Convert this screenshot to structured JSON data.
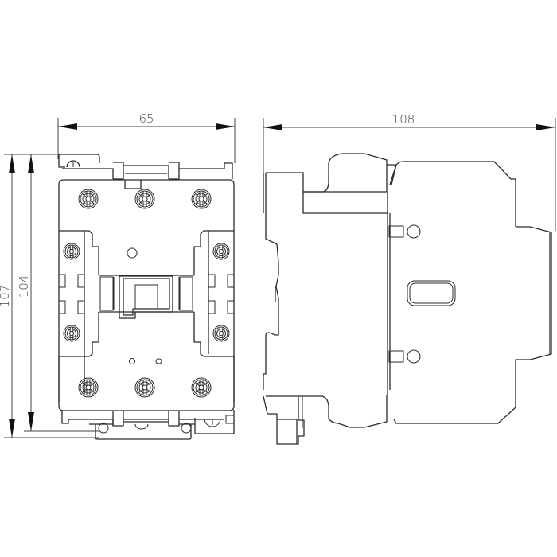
{
  "drawing": {
    "subject": "Contactor dimensional drawing",
    "units": "mm",
    "views": [
      {
        "name": "front-view"
      },
      {
        "name": "side-view"
      }
    ]
  },
  "dimensions": {
    "front_width": "65",
    "side_depth": "108",
    "overall_height": "107",
    "body_height": "104"
  },
  "colors": {
    "line": "#2b2b2b",
    "dimension": "#444444",
    "background": "#ffffff"
  }
}
